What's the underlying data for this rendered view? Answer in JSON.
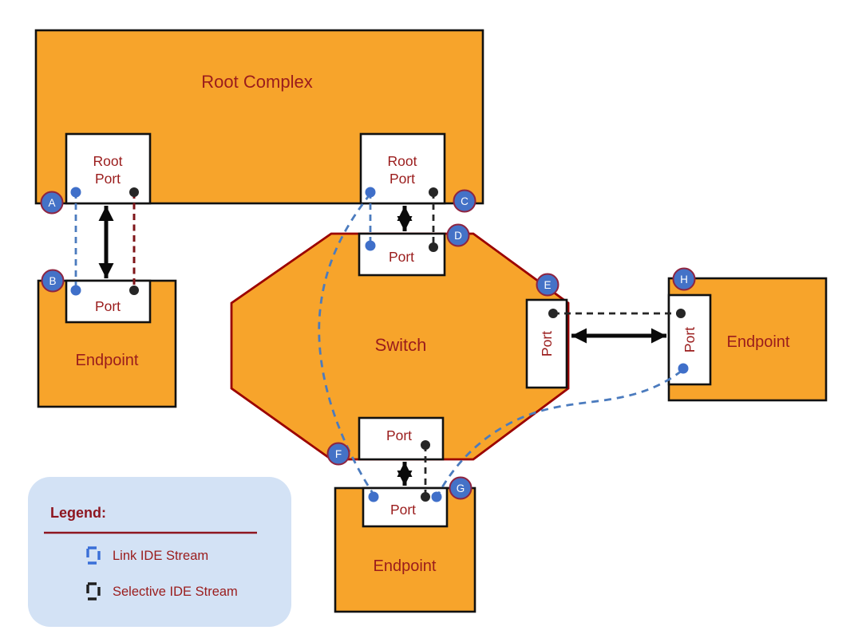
{
  "nodes": {
    "root_complex": "Root Complex",
    "switch": "Switch",
    "endpoint_left": "Endpoint",
    "endpoint_right": "Endpoint",
    "endpoint_bottom": "Endpoint",
    "root_port": {
      "line1": "Root",
      "line2": "Port"
    },
    "port": "Port"
  },
  "stream_points": {
    "a": "A",
    "b": "B",
    "c": "C",
    "d": "D",
    "e": "E",
    "f": "F",
    "g": "G",
    "h": "H"
  },
  "legend": {
    "title": "Legend:",
    "items": [
      {
        "label": "Link IDE Stream",
        "color": "#3A6FD8"
      },
      {
        "label": "Selective IDE Stream",
        "color": "#1F1F1F"
      }
    ]
  },
  "colors": {
    "node_fill": "#F7A42B",
    "node_border": "#111111",
    "switch_border": "#9B0000",
    "label_text": "#9A1C1C",
    "link_ide_stream_blue": "#4B7BBE",
    "link_ide_dot_blue": "#3F6FC9",
    "selective_ide_stream_black": "#262626",
    "selective_ide_stream_maroon": "#7E1418",
    "point_marker_fill": "#4472C7",
    "point_marker_border": "#8E2440",
    "legend_bg": "#D3E2F5"
  }
}
